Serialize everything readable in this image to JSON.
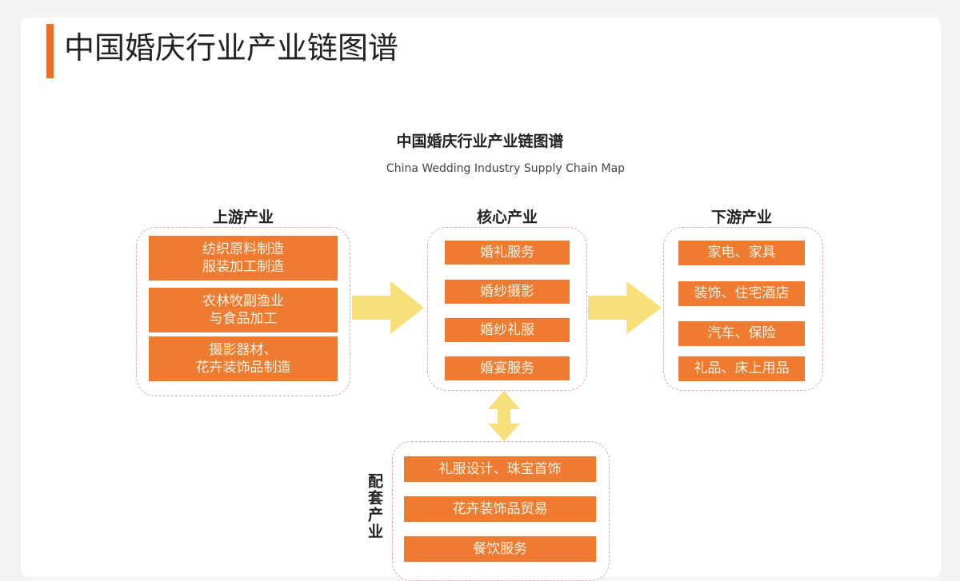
{
  "header": {
    "title": "中国婚庆行业产业链图谱"
  },
  "diagram": {
    "title": "中国婚庆行业产业链图谱",
    "subtitle": "China Wedding Industry Supply Chain Map",
    "upstream": {
      "label": "上游产业",
      "items": [
        "纺织原料制造\n服装加工制造",
        "农林牧副渔业\n与食品加工",
        "摄影器材、\n花卉装饰品制造"
      ]
    },
    "core": {
      "label": "核心产业",
      "items": [
        "婚礼服务",
        "婚纱摄影",
        "婚纱礼服",
        "婚宴服务"
      ]
    },
    "downstream": {
      "label": "下游产业",
      "items": [
        "家电、家具",
        "装饰、住宅酒店",
        "汽车、保险",
        "礼品、床上用品"
      ]
    },
    "supporting": {
      "label": "配套产业",
      "items": [
        "礼服设计、珠宝首饰",
        "花卉装饰品贸易",
        "餐饮服务"
      ]
    },
    "colors": {
      "accent": "#e8702a",
      "item_fill": "#ee7b2f",
      "arrow": "#f7df7a",
      "box_border": "#e3a7a7"
    }
  }
}
